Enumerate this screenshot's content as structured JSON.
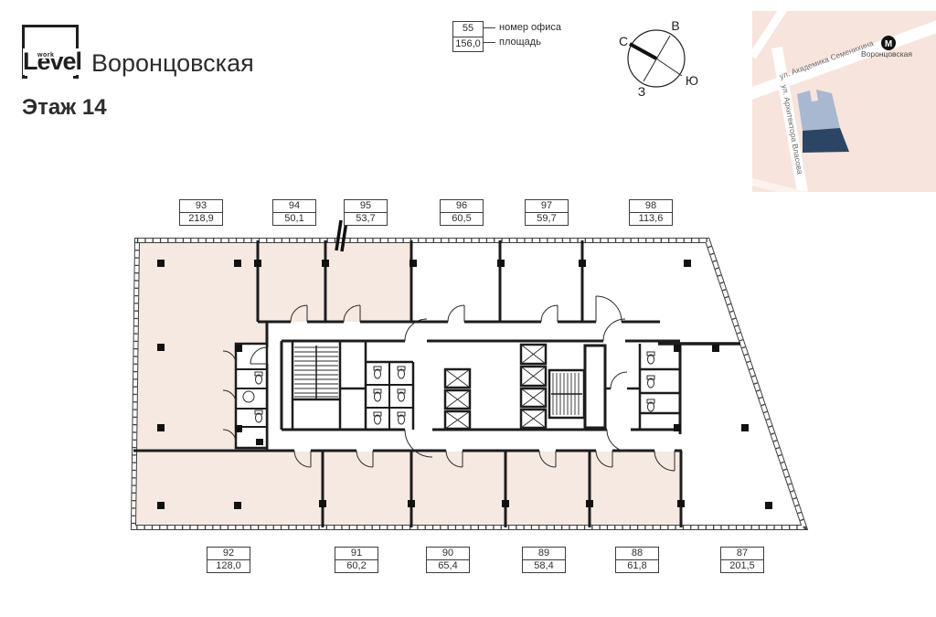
{
  "header": {
    "logo_level": "Level",
    "logo_work": "work",
    "project": "Воронцовская",
    "floor": "Этаж 14"
  },
  "legend": {
    "office_number_example": "55",
    "office_number_label": "номер офиса",
    "area_example": "156,0",
    "area_label": "площадь"
  },
  "compass": {
    "north": "С",
    "east": "В",
    "south": "Ю",
    "west": "З"
  },
  "map": {
    "street_1": "ул. Академика Семенихина",
    "street_2": "ул. Архитектора Власова",
    "metro_letter": "М",
    "metro_station": "Воронцовская"
  },
  "offices_top": [
    {
      "number": "93",
      "area": "218,9"
    },
    {
      "number": "94",
      "area": "50,1"
    },
    {
      "number": "95",
      "area": "53,7"
    },
    {
      "number": "96",
      "area": "60,5"
    },
    {
      "number": "97",
      "area": "59,7"
    },
    {
      "number": "98",
      "area": "113,6"
    }
  ],
  "offices_bottom": [
    {
      "number": "92",
      "area": "128,0"
    },
    {
      "number": "91",
      "area": "60,2"
    },
    {
      "number": "90",
      "area": "65,4"
    },
    {
      "number": "89",
      "area": "58,4"
    },
    {
      "number": "88",
      "area": "61,8"
    },
    {
      "number": "87",
      "area": "201,5"
    }
  ],
  "colors": {
    "office_fill": "#f6e9e2",
    "wall": "#1c1c1c",
    "map_bg": "#f7e4dd",
    "map_building_light": "#a8b8d1",
    "map_building_dark": "#2c4564"
  }
}
